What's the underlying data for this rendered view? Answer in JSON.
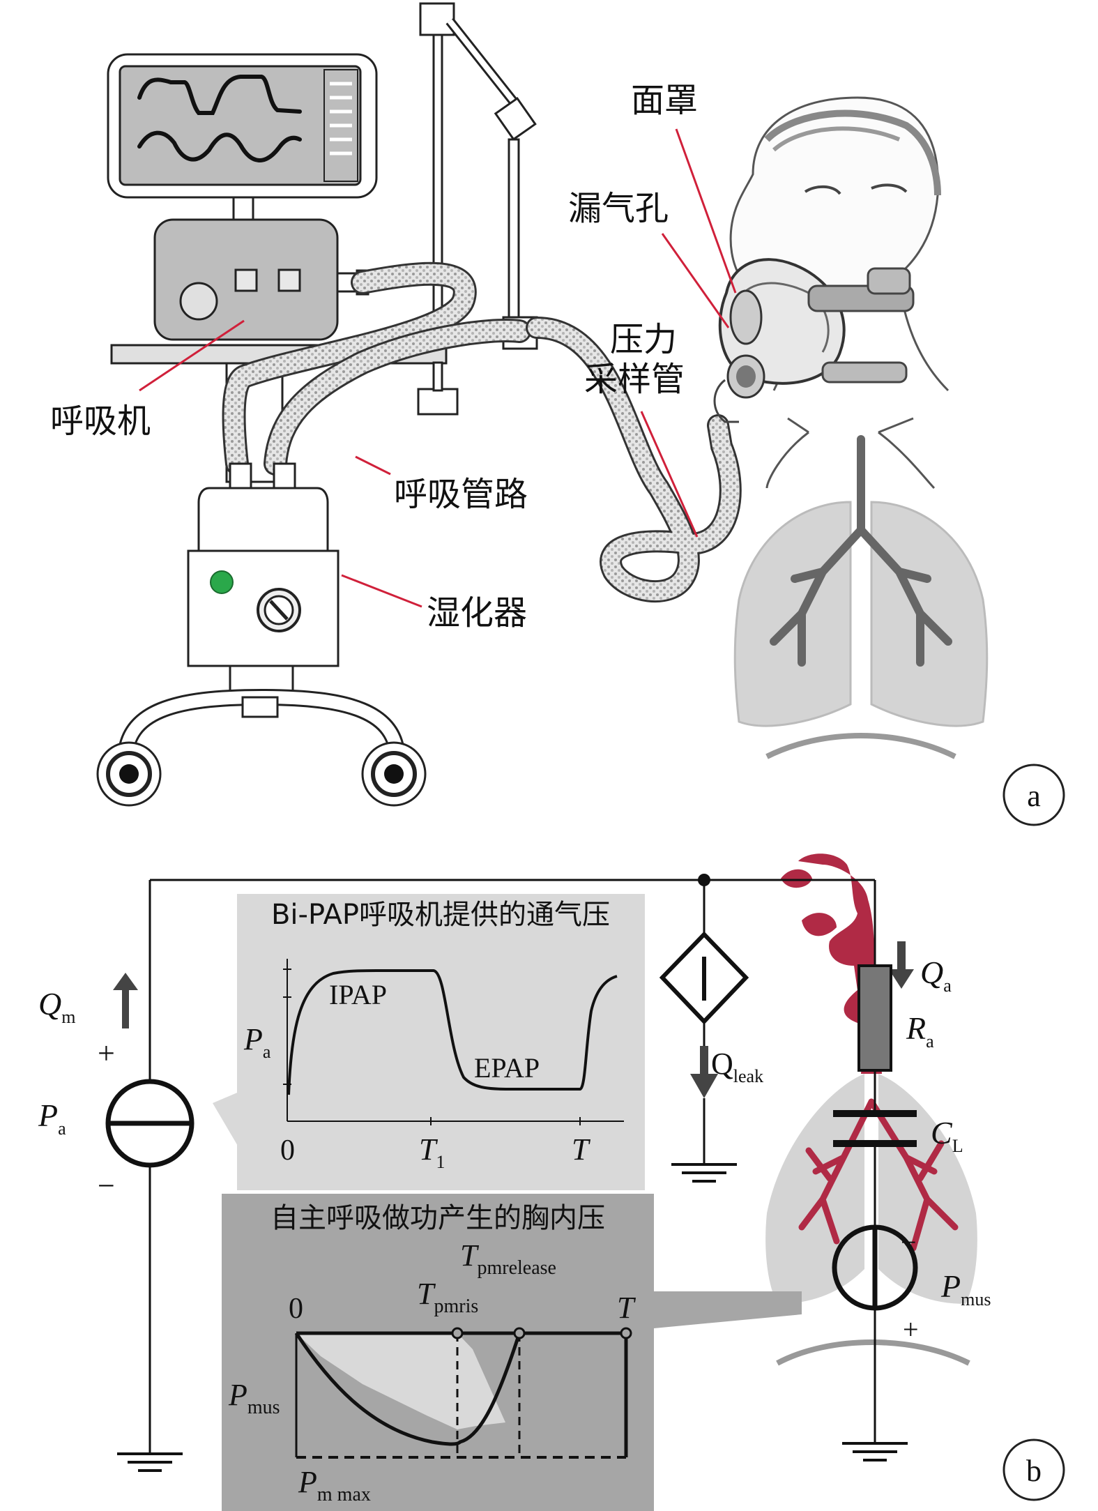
{
  "panel_a": {
    "panel_label": "a",
    "labels": {
      "mask": "面罩",
      "leak_port": "漏气孔",
      "pressure_tube_line1": "压力",
      "pressure_tube_line2": "采样管",
      "ventilator": "呼吸机",
      "circuit": "呼吸管路",
      "humidifier": "湿化器"
    }
  },
  "panel_b": {
    "panel_label": "b",
    "inset_top": {
      "title": "Bi-PAP呼吸机提供的通气压",
      "ylabel_main": "P",
      "ylabel_sub": "a",
      "ipap": "IPAP",
      "epap": "EPAP",
      "tick_zero": "0",
      "tick_t1_main": "T",
      "tick_t1_sub": "1",
      "tick_t": "T"
    },
    "inset_bottom": {
      "title": "自主呼吸做功产生的胸内压",
      "tick_zero": "0",
      "t_release_main": "T",
      "t_release_sub": "pmrelease",
      "t_rise_main": "T",
      "t_rise_sub": "pmris",
      "tick_t": "T",
      "ylabel_main": "P",
      "ylabel_sub": "mus",
      "pmax_main": "P",
      "pmax_sub": "m max"
    },
    "circuit": {
      "qm_main": "Q",
      "qm_sub": "m",
      "pa_main": "P",
      "pa_sub": "a",
      "plus": "+",
      "minus": "−",
      "qleak_main": "Q",
      "qleak_sub": "leak",
      "qa_main": "Q",
      "qa_sub": "a",
      "ra_main": "R",
      "ra_sub": "a",
      "cl_main": "C",
      "cl_sub": "L",
      "pmus_main": "P",
      "pmus_sub": "mus"
    }
  },
  "colors": {
    "leader_line": "#d0203a",
    "airway_red": "#b02a45",
    "lung_gray": "#d4d4d4",
    "inset_light": "#d9d9d9",
    "inset_dark": "#a6a6a6",
    "wire": "#111111",
    "green_led": "#2aa84a"
  }
}
